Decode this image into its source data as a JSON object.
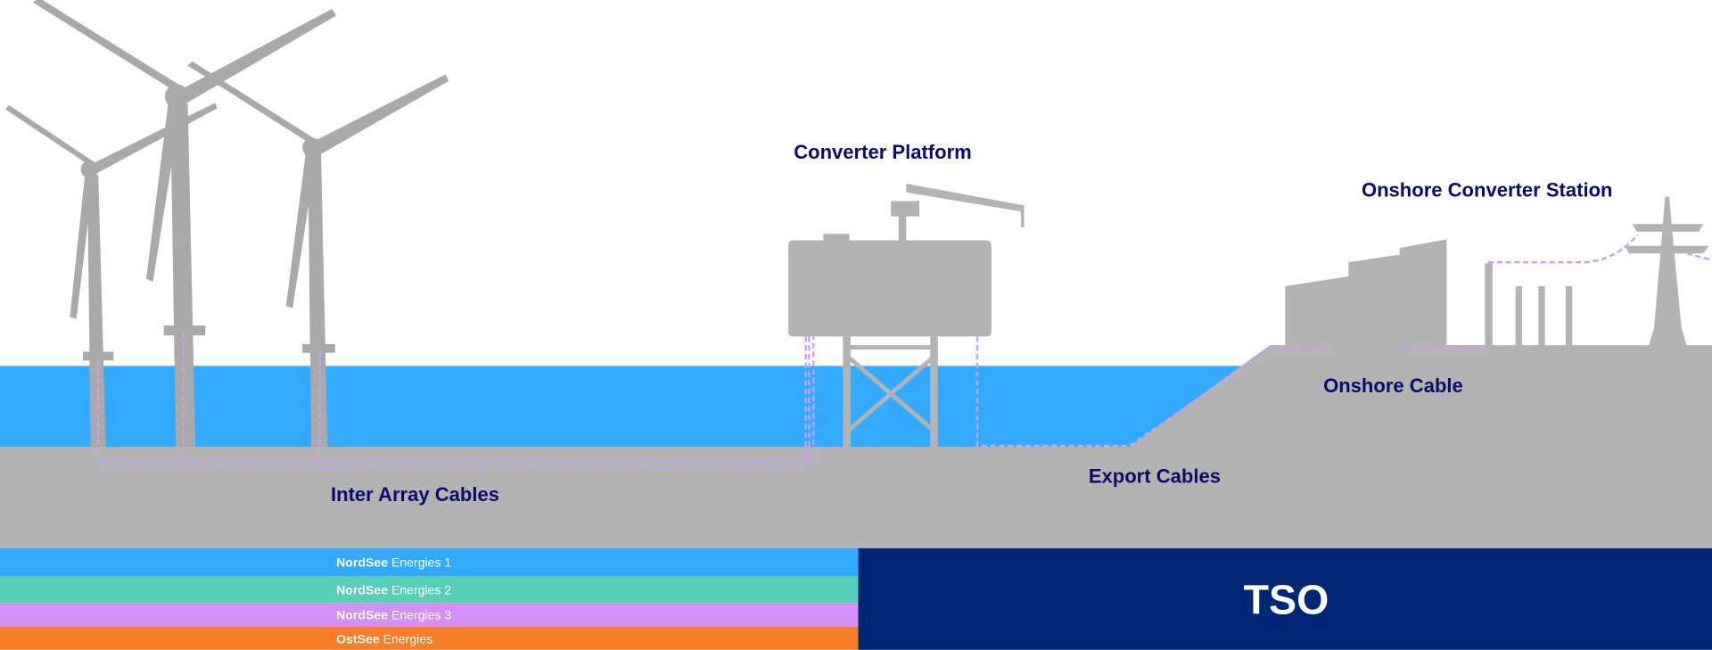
{
  "labels": {
    "converter_platform": "Converter Platform",
    "onshore_converter_station": "Onshore Converter Station",
    "onshore_cable": "Onshore Cable",
    "export_cables": "Export Cables",
    "inter_array_cables": "Inter Array Cables"
  },
  "legend": [
    {
      "bold": "NordSee",
      "rest": " Energies 1",
      "color": "#33aaff"
    },
    {
      "bold": "NordSee",
      "rest": " Energies 2",
      "color": "#57cfb7"
    },
    {
      "bold": "NordSee",
      "rest": " Energies 3",
      "color": "#d590f7"
    },
    {
      "bold": "OstSee",
      "rest": " Energies",
      "color": "#f77c27"
    }
  ],
  "tso": {
    "label": "TSO",
    "color": "#002676"
  },
  "colors": {
    "water": "#33aaff",
    "ground": "#b3b3b3",
    "cable": "#c9a2ee",
    "label": "#0b0b6e"
  }
}
